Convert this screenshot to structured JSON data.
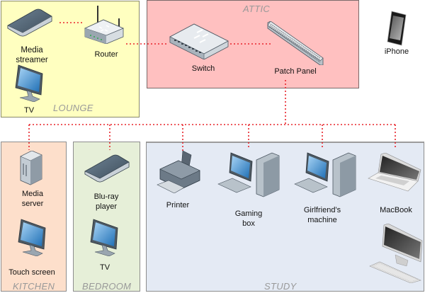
{
  "diagram": {
    "type": "home network diagram",
    "colors": {
      "lounge": "#ffffc0",
      "attic": "#ffc0c0",
      "kitchen": "#fddfcb",
      "bedroom": "#e6efd8",
      "study": "#e4eaf4",
      "connection": "#e8232a",
      "room_label": "#999999"
    },
    "rooms": {
      "lounge": "LOUNGE",
      "attic": "ATTIC",
      "kitchen": "KITCHEN",
      "bedroom": "BEDROOM",
      "study": "STUDY"
    },
    "devices": {
      "media_streamer": "Media streamer",
      "media_streamer_l1": "Media",
      "media_streamer_l2": "streamer",
      "router": "Router",
      "lounge_tv": "TV",
      "switch": "Switch",
      "patch_panel": "Patch Panel",
      "iphone": "iPhone",
      "media_server_l1": "Media",
      "media_server_l2": "server",
      "touch_screen": "Touch screen",
      "bluray_l1": "Blu-ray",
      "bluray_l2": "player",
      "bedroom_tv": "TV",
      "printer": "Printer",
      "gaming_l1": "Gaming",
      "gaming_l2": "box",
      "girlfriend_l1": "Girlfriend’s",
      "girlfriend_l2": "machine",
      "macbook": "MacBook",
      "imac": ""
    },
    "connections": [
      [
        "Media streamer",
        "Router"
      ],
      [
        "Router",
        "Switch"
      ],
      [
        "Switch",
        "Patch Panel"
      ],
      [
        "Patch Panel",
        "Media server"
      ],
      [
        "Patch Panel",
        "Blu-ray player"
      ],
      [
        "Patch Panel",
        "Printer"
      ],
      [
        "Patch Panel",
        "Gaming box"
      ],
      [
        "Patch Panel",
        "Girlfriend’s machine"
      ],
      [
        "Patch Panel",
        "MacBook"
      ]
    ]
  }
}
